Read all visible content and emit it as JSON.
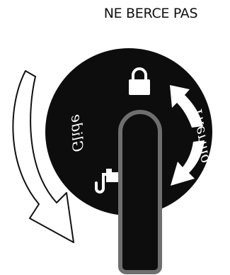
{
  "caption": "NE BERCE PAS",
  "dial": {
    "label_right": "Thermo",
    "label_left": "Glide"
  },
  "colors": {
    "dial_fill": "#0d0d0d",
    "symbol_fill": "#ffffff",
    "background": "#ffffff"
  },
  "icons": {
    "top": "lock-icon",
    "bottom_left": "steam-iron-icon",
    "outer_left": "rotate-direction-arrow-icon",
    "inner_right": "turn-arrows-icon"
  }
}
